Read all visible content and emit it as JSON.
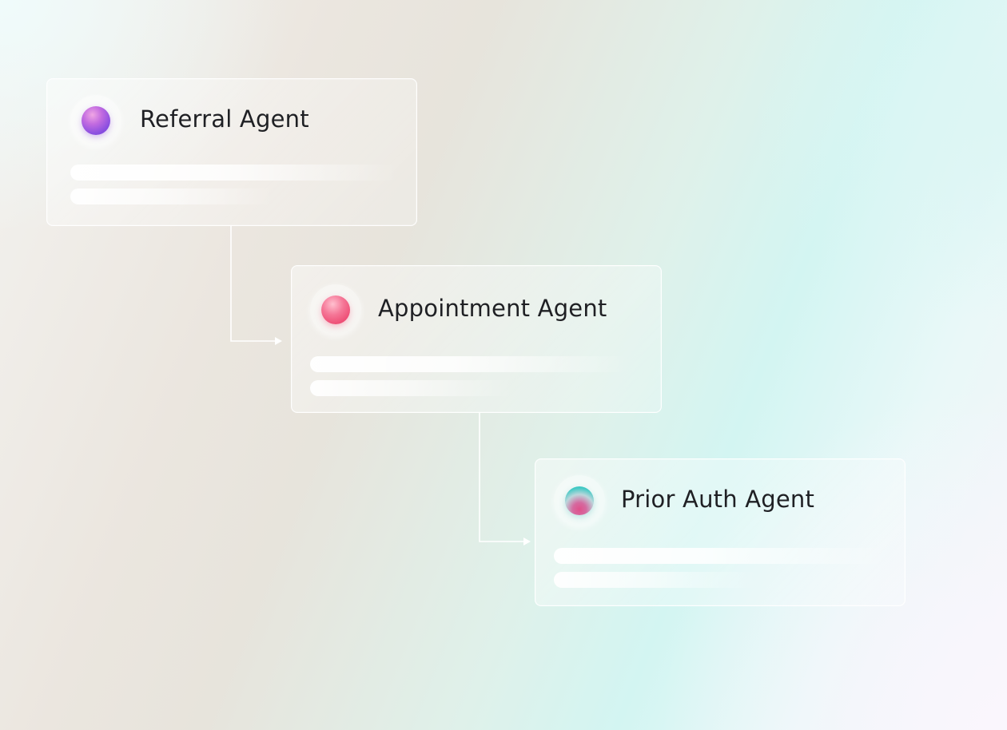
{
  "agents": [
    {
      "title": "Referral Agent",
      "orb_icon": "purple-orb-icon",
      "orb_color": "#8b4fe0"
    },
    {
      "title": "Appointment Agent",
      "orb_icon": "pink-orb-icon",
      "orb_color": "#ee4f76"
    },
    {
      "title": "Prior Auth Agent",
      "orb_icon": "teal-orb-icon",
      "orb_color": "#2fbdb9"
    }
  ],
  "flow": [
    {
      "from": "Referral Agent",
      "to": "Appointment Agent"
    },
    {
      "from": "Appointment Agent",
      "to": "Prior Auth Agent"
    }
  ],
  "colors": {
    "connector": "#ffffff",
    "text": "#1f2024"
  }
}
